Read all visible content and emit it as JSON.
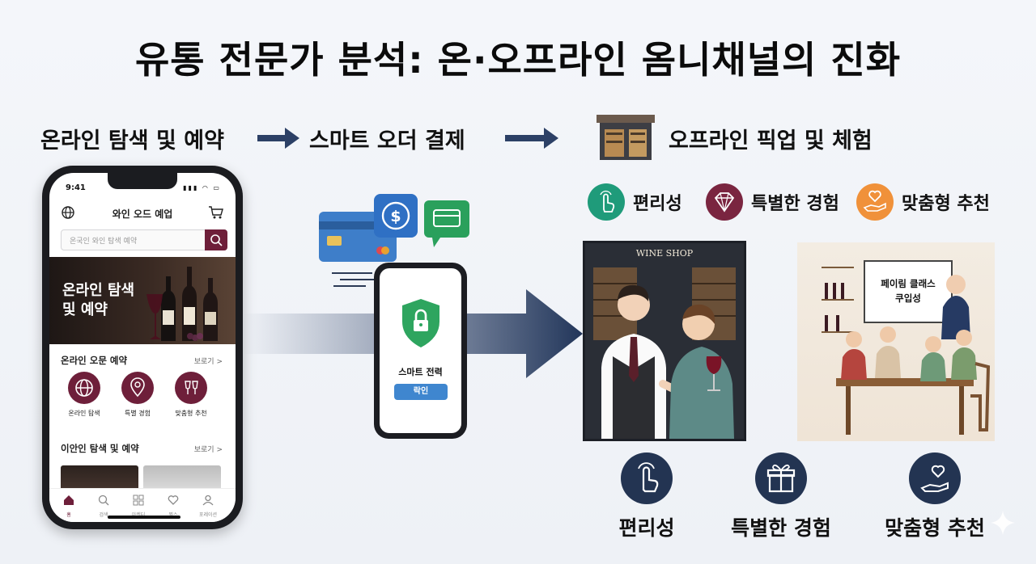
{
  "title": "유통 전문가 분석: 온·오프라인 옴니채널의 진화",
  "stages": {
    "online": "온라인 탐색 및 예약",
    "payment": "스마트 오더 결제",
    "offline": "오프라인 픽업 및 체험"
  },
  "app": {
    "status_time": "9:41",
    "title": "와인 오드 예업",
    "search_placeholder": "온국인 와인 탐색 예약",
    "hero_text": "온라인 탐색 및 예약",
    "section1_title": "온라인 오문 예약",
    "section1_more": "보로기 >",
    "quick": [
      {
        "label": "온라인 탐색",
        "icon": "globe-icon"
      },
      {
        "label": "특별 경험",
        "icon": "location-pin-icon"
      },
      {
        "label": "맞춤형 추천",
        "icon": "wine-glasses-icon"
      }
    ],
    "section2_title": "이안인 탐색 및 예약",
    "section2_more": "보로기 >",
    "tabs": [
      "홈",
      "검색",
      "아렌터",
      "찜스",
      "포레이션"
    ]
  },
  "payment": {
    "screen_label": "스마트 전력",
    "confirm_label": "락인"
  },
  "features_top": [
    {
      "label": "편리성",
      "color": "#1f9b7a",
      "icon": "tap-hand-icon"
    },
    {
      "label": "특별한 경험",
      "color": "#7a2540",
      "icon": "diamond-icon"
    },
    {
      "label": "맞춤형 추천",
      "color": "#f0913a",
      "icon": "heart-hand-icon"
    }
  ],
  "scene": {
    "shop_sign": "WINE SHOP",
    "board_text_line1": "페이림 클래스",
    "board_text_line2": "쿠입성"
  },
  "benefits_bottom": [
    {
      "label": "편리성",
      "icon": "tap-hand-icon"
    },
    {
      "label": "특별한 경험",
      "icon": "gift-icon"
    },
    {
      "label": "맞춤형 추천",
      "icon": "heart-hand-icon"
    }
  ],
  "colors": {
    "wine": "#6e1f3a",
    "navy": "#233452",
    "arrow": "#2c4066"
  }
}
